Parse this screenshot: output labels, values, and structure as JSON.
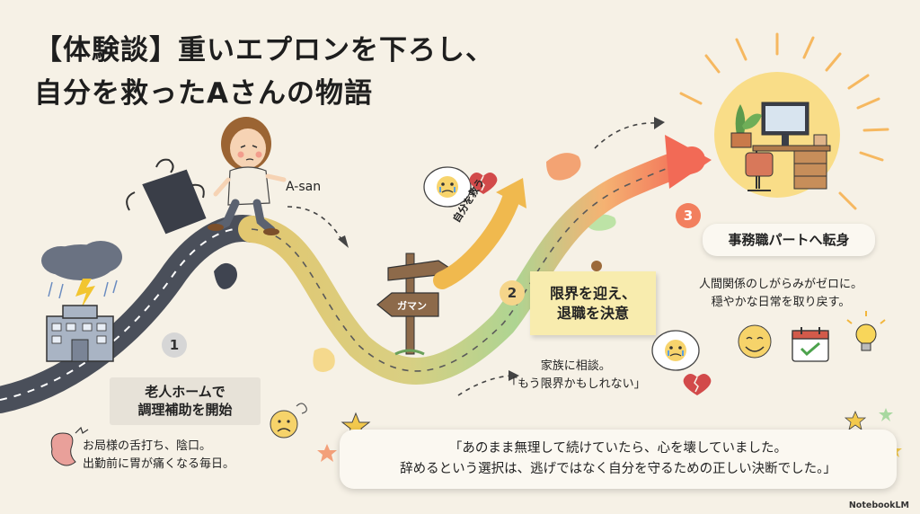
{
  "title": {
    "line1": "【体験談】重いエプロンを下ろし、",
    "line2": "自分を救ったAさんの物語"
  },
  "character_label": "A-san",
  "signpost_label": "ガマン",
  "arrow_label": "自分を救う",
  "stages": [
    {
      "number": "1",
      "heading_line1": "老人ホームで",
      "heading_line2": "調理補助を開始",
      "desc_line1": "お局様の舌打ち、陰口。",
      "desc_line2": "出勤前に胃が痛くなる毎日。"
    },
    {
      "number": "2",
      "heading_line1": "限界を迎え、",
      "heading_line2": "退職を決意",
      "desc_line1": "家族に相談。",
      "desc_line2": "「もう限界かもしれない」"
    },
    {
      "number": "3",
      "heading_line1": "事務職パートへ転身",
      "desc_line1": "人間関係のしがらみがゼロに。",
      "desc_line2": "穏やかな日常を取り戻す。"
    }
  ],
  "quote": {
    "line1": "「あのまま無理して続けていたら、心を壊していました。",
    "line2": "辞めるという選択は、逃げではなく自分を守るための正しい決断でした。」"
  },
  "credit": "NotebookLM",
  "colors": {
    "background": "#f6f1e6",
    "road": "#4a4f5a",
    "stage1_badge": "#d6d6d6",
    "stage2_badge": "#f5d58a",
    "stage3_badge": "#f27f5e",
    "sticky_note": "#f8ecae",
    "sun": "#f9d977"
  },
  "icons": [
    "storm-cloud-icon",
    "building-icon",
    "apron-icon",
    "woman-icon",
    "signpost-icon",
    "crying-emoji-icon",
    "broken-heart-icon",
    "pushpin-icon",
    "desk-office-icon",
    "smiley-icon",
    "calendar-check-icon",
    "lightbulb-icon",
    "star-icon",
    "heart-icon",
    "stomach-icon",
    "sad-face-icon"
  ]
}
